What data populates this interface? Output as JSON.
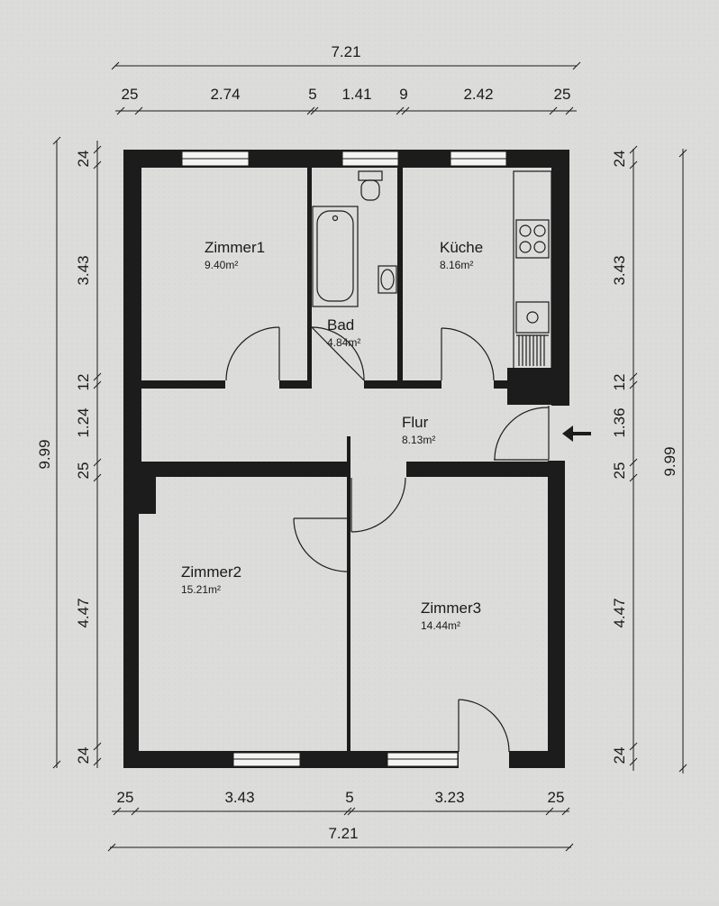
{
  "rooms": {
    "zimmer1": {
      "name": "Zimmer1",
      "area": "9.40m²"
    },
    "bad": {
      "name": "Bad",
      "area": "4.84m²"
    },
    "kueche": {
      "name": "Küche",
      "area": "8.16m²"
    },
    "flur": {
      "name": "Flur",
      "area": "8.13m²"
    },
    "zimmer2": {
      "name": "Zimmer2",
      "area": "15.21m²"
    },
    "zimmer3": {
      "name": "Zimmer3",
      "area": "14.44m²"
    }
  },
  "dimensions": {
    "top_total": "7.21",
    "top_segments": [
      "25",
      "2.74",
      "5",
      "1.41",
      "9",
      "2.42",
      "25"
    ],
    "bottom_segments": [
      "25",
      "3.43",
      "5",
      "3.23",
      "25"
    ],
    "bottom_total": "7.21",
    "left_segments": [
      "24",
      "3.43",
      "12",
      "1.24",
      "25",
      "4.47",
      "24"
    ],
    "left_total": "9.99",
    "right_segments": [
      "24",
      "3.43",
      "12",
      "1.36",
      "25",
      "4.47",
      "24"
    ],
    "right_total": "9.99"
  }
}
